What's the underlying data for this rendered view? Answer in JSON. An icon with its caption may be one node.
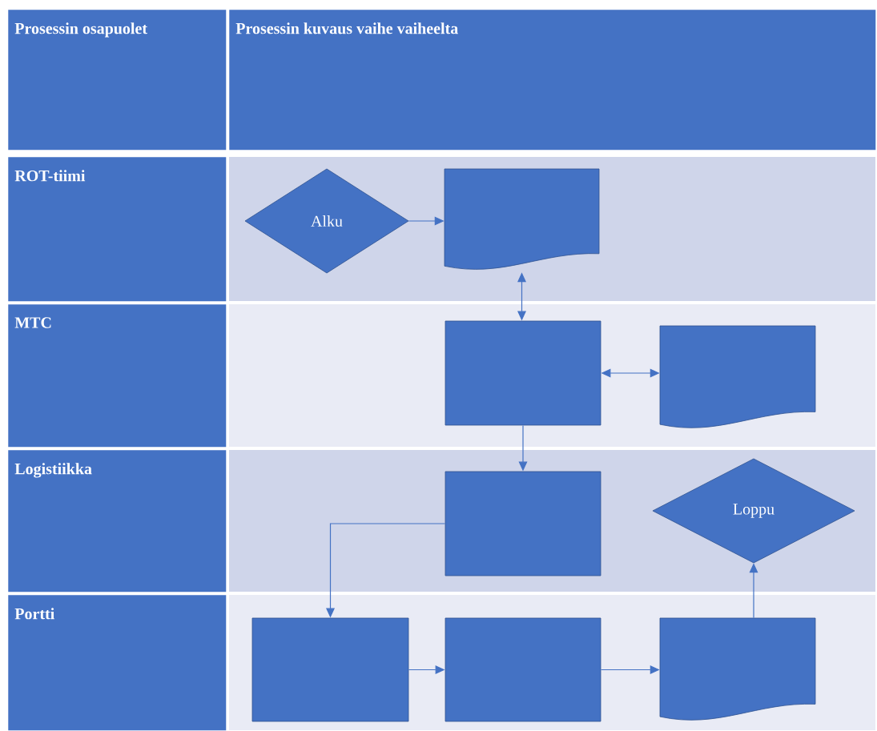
{
  "diagram": {
    "nodes": [
      {
        "text": [
          "Prosessin osapuolet"
        ]
      },
      {
        "text": [
          "Prosessin kuvaus vaihe vaiheelta"
        ]
      },
      {
        "text": [
          "ROT-tiimi"
        ]
      },
      {
        "text": [
          "MTC"
        ]
      },
      {
        "text": [
          "Logistiikka"
        ]
      },
      {
        "text": [
          "Portti"
        ]
      },
      {
        "text": [
          "Alku"
        ]
      },
      {
        "text": [],
        "shape": "document"
      },
      {
        "text": [],
        "shape": "box"
      },
      {
        "text": [],
        "shape": "document"
      },
      {
        "text": [],
        "shape": "box"
      },
      {
        "text": [
          "Loppu"
        ]
      },
      {
        "text": [],
        "shape": "box"
      },
      {
        "text": [],
        "shape": "box"
      },
      {
        "text": [],
        "shape": "document"
      }
    ],
    "edges": [
      {
        "from": 6,
        "to": 7,
        "arrow": "to"
      },
      {
        "from": 7,
        "to": 8,
        "arrow": "both"
      },
      {
        "from": 8,
        "to": 9,
        "arrow": "both"
      },
      {
        "from": 8,
        "to": 10,
        "arrow": "to"
      },
      {
        "from": 10,
        "to": 12,
        "arrow": "to"
      },
      {
        "from": 12,
        "to": 13,
        "arrow": "to"
      },
      {
        "from": 13,
        "to": 14,
        "arrow": "to"
      },
      {
        "from": 14,
        "to": 11,
        "arrow": "to"
      }
    ]
  }
}
